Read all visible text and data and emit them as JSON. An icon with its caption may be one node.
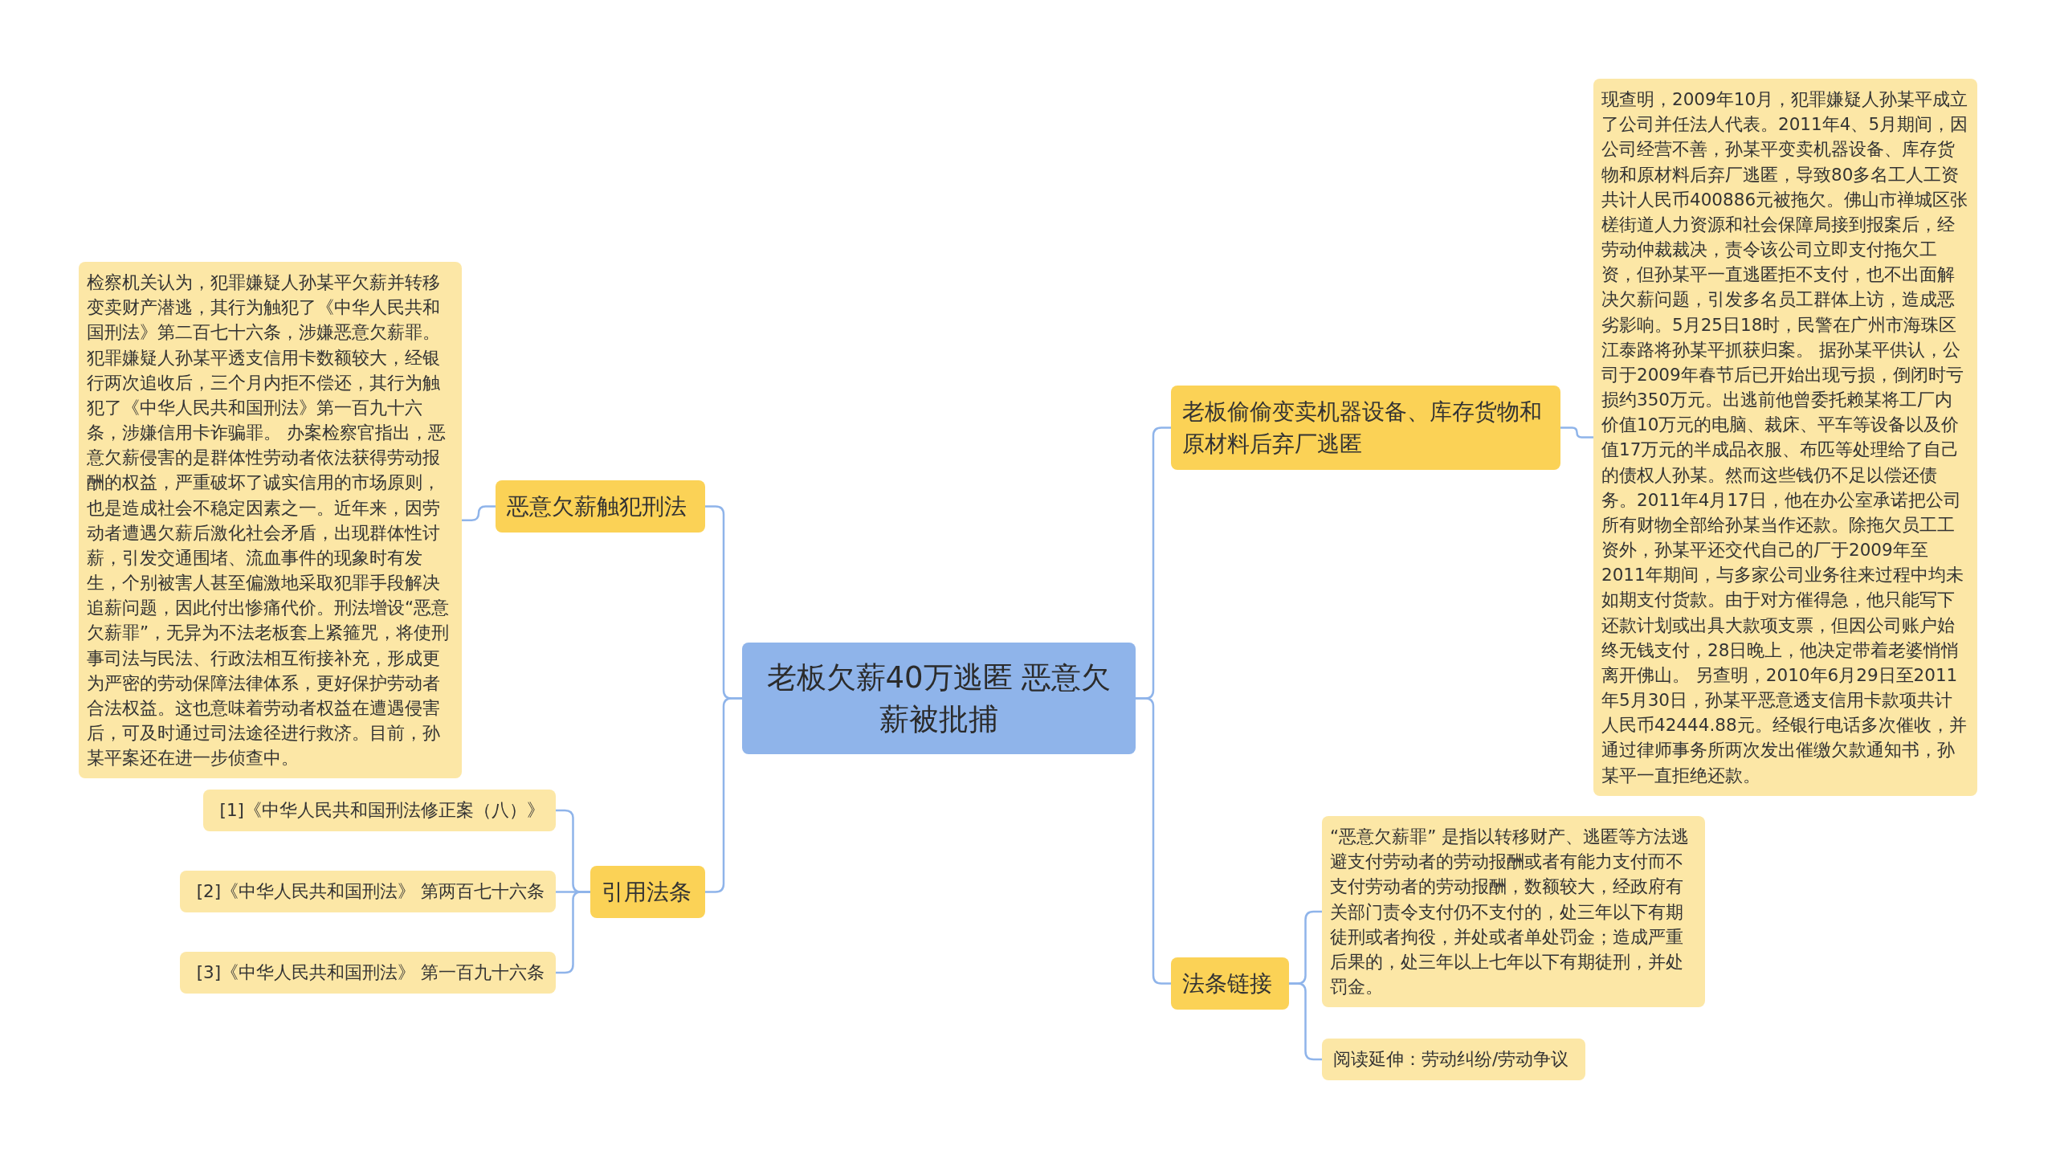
{
  "diagram": {
    "nodes": [
      {
        "text": [
          "老板欠薪40万逃匿 恶意欠薪被批捕"
        ]
      },
      {
        "text": [
          "恶意欠薪触犯刑法"
        ]
      },
      {
        "text": [
          "检察机关认为，犯罪嫌疑人孙某平欠薪并转移变卖财产潜逃，其行为触犯了《中华人民共和国刑法》第二百七十六条，涉嫌恶意欠薪罪。犯罪嫌疑人孙某平透支信用卡数额较大，经银行两次追收后，三个月内拒不偿还，其行为触犯了《中华人民共和国刑法》第一百九十六条，涉嫌信用卡诈骗罪。 办案检察官指出，恶意欠薪侵害的是群体性劳动者依法获得劳动报酬的权益，严重破坏了诚实信用的市场原则，也是造成社会不稳定因素之一。近年来，因劳动者遭遇欠薪后激化社会矛盾，出现群体性讨薪，引发交通围堵、流血事件的现象时有发生，个别被害人甚至偏激地采取犯罪手段解决追薪问题，因此付出惨痛代价。刑法增设“恶意欠薪罪”，无异为不法老板套上紧箍咒，将使刑事司法与民法、行政法相互衔接补充，形成更为严密的劳动保障法律体系，更好保护劳动者合法权益。这也意味着劳动者权益在遭遇侵害后，可及时通过司法途径进行救济。目前，孙某平案还在进一步侦查中。"
        ]
      },
      {
        "text": [
          "引用法条"
        ]
      },
      {
        "text": [
          "[1]《中华人民共和国刑法修正案（八）》"
        ]
      },
      {
        "text": [
          "[2]《中华人民共和国刑法》 第两百七十六条"
        ]
      },
      {
        "text": [
          "[3]《中华人民共和国刑法》 第一百九十六条"
        ]
      },
      {
        "text": [
          "老板偷偷变卖机器设备、库存货物和原材料后弃厂逃匿"
        ]
      },
      {
        "text": [
          "现查明，2009年10月，犯罪嫌疑人孙某平成立了公司并任法人代表。2011年4、5月期间，因公司经营不善，孙某平变卖机器设备、库存货物和原材料后弃厂逃匿，导致80多名工人工资共计人民币400886元被拖欠。佛山市禅城区张槎街道人力资源和社会保障局接到报案后，经劳动仲裁裁决，责令该公司立即支付拖欠工资，但孙某平一直逃匿拒不支付，也不出面解决欠薪问题，引发多名员工群体上访，造成恶劣影响。5月25日18时，民警在广州市海珠区江泰路将孙某平抓获归案。 据孙某平供认，公司于2009年春节后已开始出现亏损，倒闭时亏损约350万元。出逃前他曾委托赖某将工厂内价值10万元的电脑、裁床、平车等设备以及价值17万元的半成品衣服、布匹等处理给了自己的债权人孙某。然而这些钱仍不足以偿还债务。2011年4月17日，他在办公室承诺把公司所有财物全部给孙某当作还款。除拖欠员工工资外，孙某平还交代自己的厂于2009年至2011年期间，与多家公司业务往来过程中均未如期支付货款。由于对方催得急，他只能写下还款计划或出具大款项支票，但因公司账户始终无钱支付，28日晚上，他决定带着老婆悄悄离开佛山。 另查明，2010年6月29日至2011年5月30日，孙某平恶意透支信用卡款项共计人民币42444.88元。经银行电话多次催收，并通过律师事务所两次发出催缴欠款通知书，孙某平一直拒绝还款。"
        ]
      },
      {
        "text": [
          "法条链接"
        ]
      },
      {
        "text": [
          "“恶意欠薪罪” 是指以转移财产、逃匿等方法逃避支付劳动者的劳动报酬或者有能力支付而不支付劳动者的劳动报酬，数额较大，经政府有关部门责令支付仍不支付的，处三年以下有期徒刑或者拘役，并处或者单处罚金；造成严重后果的，处三年以上七年以下有期徒刑，并处罚金。"
        ]
      },
      {
        "text": [
          "阅读延伸：劳动纠纷/劳动争议"
        ]
      }
    ],
    "edges": [
      {
        "from": 0,
        "to": 1,
        "arrow": "none"
      },
      {
        "from": 1,
        "to": 2,
        "arrow": "none"
      },
      {
        "from": 0,
        "to": 3,
        "arrow": "none"
      },
      {
        "from": 3,
        "to": 4,
        "arrow": "none"
      },
      {
        "from": 3,
        "to": 5,
        "arrow": "none"
      },
      {
        "from": 3,
        "to": 6,
        "arrow": "none"
      },
      {
        "from": 0,
        "to": 7,
        "arrow": "none"
      },
      {
        "from": 7,
        "to": 8,
        "arrow": "none"
      },
      {
        "from": 0,
        "to": 9,
        "arrow": "none"
      },
      {
        "from": 9,
        "to": 10,
        "arrow": "none"
      },
      {
        "from": 9,
        "to": 11,
        "arrow": "none"
      }
    ]
  }
}
